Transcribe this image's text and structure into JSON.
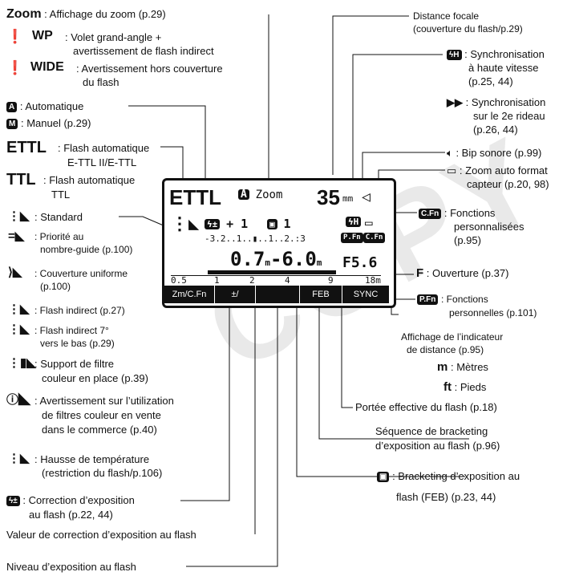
{
  "left": {
    "zoom": {
      "sym": "Zoom",
      "text": ": Affichage du zoom (p.29)"
    },
    "wp": {
      "sym": "WP",
      "text1": ": Volet grand-angle +",
      "text2": "avertissement de flash indirect"
    },
    "wide": {
      "sym": "WIDE",
      "text1": ": Avertissement hors couverture",
      "text2": "du flash"
    },
    "auto": {
      "sym": "A",
      "text": ": Automatique"
    },
    "manual": {
      "sym": "M",
      "text": ": Manuel (p.29)"
    },
    "ettl": {
      "sym": "ETTL",
      "text1": ": Flash automatique",
      "text2": "E-TTL II/E-TTL"
    },
    "ttl": {
      "sym": "TTL",
      "text1": ": Flash automatique",
      "text2": "TTL"
    },
    "standard": ": Standard",
    "guide": {
      "text1": ": Priorité au",
      "text2": "nombre-guide (p.100)"
    },
    "uniform": {
      "text1": ": Couverture uniforme",
      "text2": "(p.100)"
    },
    "bounce": ": Flash indirect (p.27)",
    "bounce7": {
      "text1": ": Flash indirect 7°",
      "text2": "vers le bas (p.29)"
    },
    "filter": {
      "text1": ": Support de filtre",
      "text2": "couleur en place (p.39)"
    },
    "warnfilter": {
      "text1": ": Avertissement sur l’utilization",
      "text2": "de filtres couleur en vente",
      "text3": "dans le commerce (p.40)"
    },
    "temp": {
      "text1": ": Hausse de température",
      "text2": "(restriction du flash/p.106)"
    },
    "fec": {
      "text1": ": Correction d’exposition",
      "text2": "au flash (p.22, 44)"
    },
    "fec_value": "Valeur de correction d’exposition au flash",
    "flash_level": "Niveau d’exposition au flash"
  },
  "right": {
    "focal": {
      "text1": "Distance focale",
      "text2": "(couverture du flash/p.29)"
    },
    "hss": {
      "text1": ": Synchronisation",
      "text2": "à haute vitesse",
      "text3": "(p.25, 44)"
    },
    "rear": {
      "sym": "▶▶",
      "text1": ": Synchronisation",
      "text2": "sur le 2e rideau",
      "text3": "(p.26, 44)"
    },
    "beep": ": Bip sonore (p.99)",
    "autozoom": {
      "text1": ": Zoom auto format",
      "text2": "capteur (p.20, 98)"
    },
    "cfn": {
      "chip": "C.Fn",
      "text1": ": Fonctions",
      "text2": "personnalisées",
      "text3": "(p.95)"
    },
    "aperture": {
      "sym": "F",
      "text": ": Ouverture (p.37)"
    },
    "pfn": {
      "chip": "P.Fn",
      "text1": ": Fonctions",
      "text2": "personnelles (p.101)"
    },
    "distind": {
      "text1": "Affichage de l’indicateur",
      "text2": "de distance (p.95)"
    },
    "meters": {
      "sym": "m",
      "text": ": Mètres"
    },
    "feet": {
      "sym": "ft",
      "text": ": Pieds"
    },
    "range": "Portée effective du flash (p.18)",
    "febseq": {
      "text1": "Séquence de bracketing",
      "text2": "d’exposition au flash (p.96)"
    },
    "feb": {
      "text1": ": Bracketing d’exposition au",
      "text2": "flash (FEB) (p.23, 44)"
    }
  },
  "lcd": {
    "mode": "ETTL",
    "auto": "A",
    "zoom_word": "Zoom",
    "focal": "35",
    "focal_unit": "mm",
    "fec": "+ 1",
    "feb": "1",
    "scale_minus": "-3.2..1..",
    "scale_plus": "..1..2.:3",
    "dist_near": "0.7",
    "dist_far": "-6.0",
    "dist_unit": "m",
    "aperture": "F5.6",
    "ticks": [
      "0.5",
      "1",
      "2",
      "4",
      "9",
      "18m"
    ],
    "softkeys": [
      "Zm/C.Fn",
      "±/",
      "",
      "FEB",
      "SYNC"
    ],
    "chip_h": "ϟH",
    "chip_pfn": "P.Fn",
    "chip_cfn": "C.Fn",
    "chip_fec": "ϟ±",
    "chip_feb": "▣"
  },
  "watermark": "COPY"
}
